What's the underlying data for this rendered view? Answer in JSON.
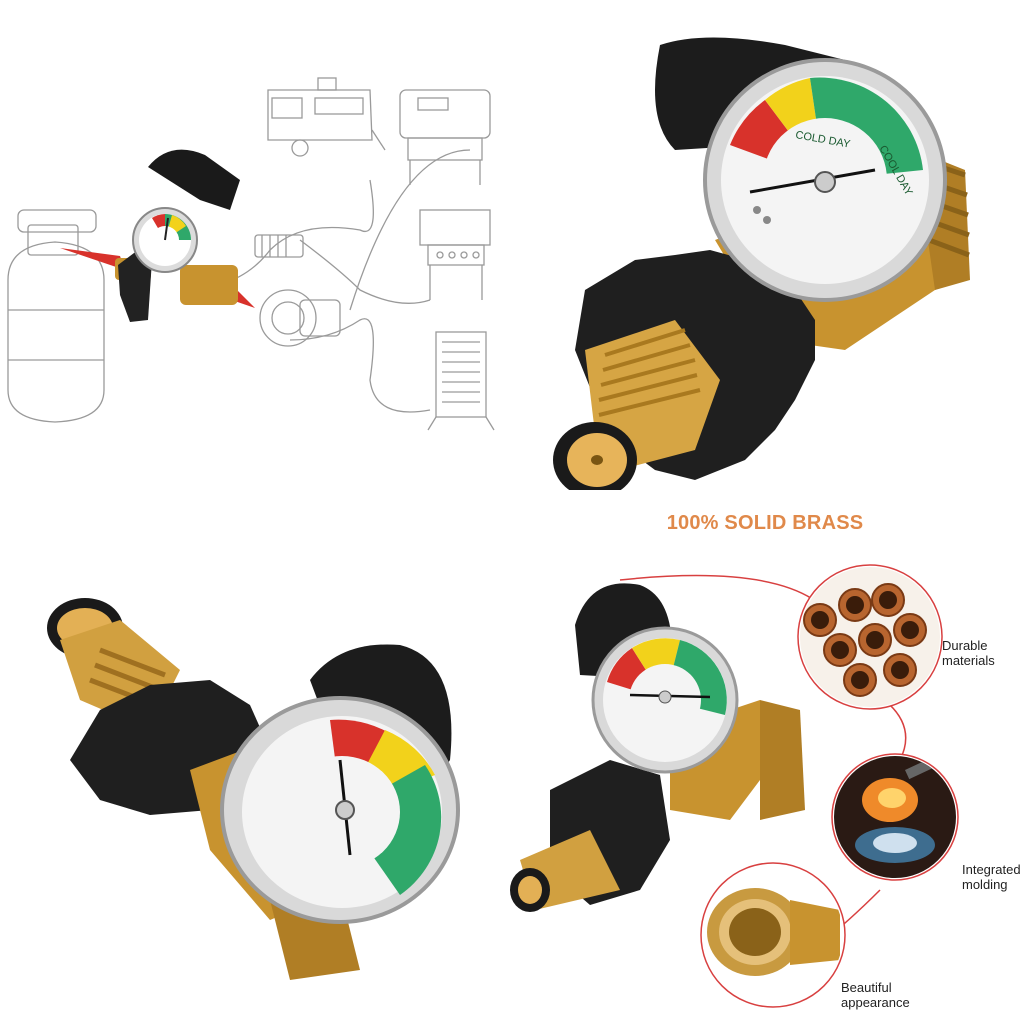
{
  "headline": "100% SOLID BRASS",
  "features": [
    {
      "label_line1": "Durable",
      "label_line2": "materials"
    },
    {
      "label_line1": "Integrated",
      "label_line2": "molding"
    },
    {
      "label_line1": "Beautiful",
      "label_line2": "appearance"
    }
  ],
  "gauge": {
    "zone_left": "COLD DAY",
    "zone_right": "COOL DAY"
  },
  "colors": {
    "headline": "#e0894a",
    "brass": "#c8932f",
    "gauge_green": "#2fa86a",
    "gauge_yellow": "#f2d21b",
    "gauge_red": "#d8322b",
    "callout_red": "#d84040"
  }
}
